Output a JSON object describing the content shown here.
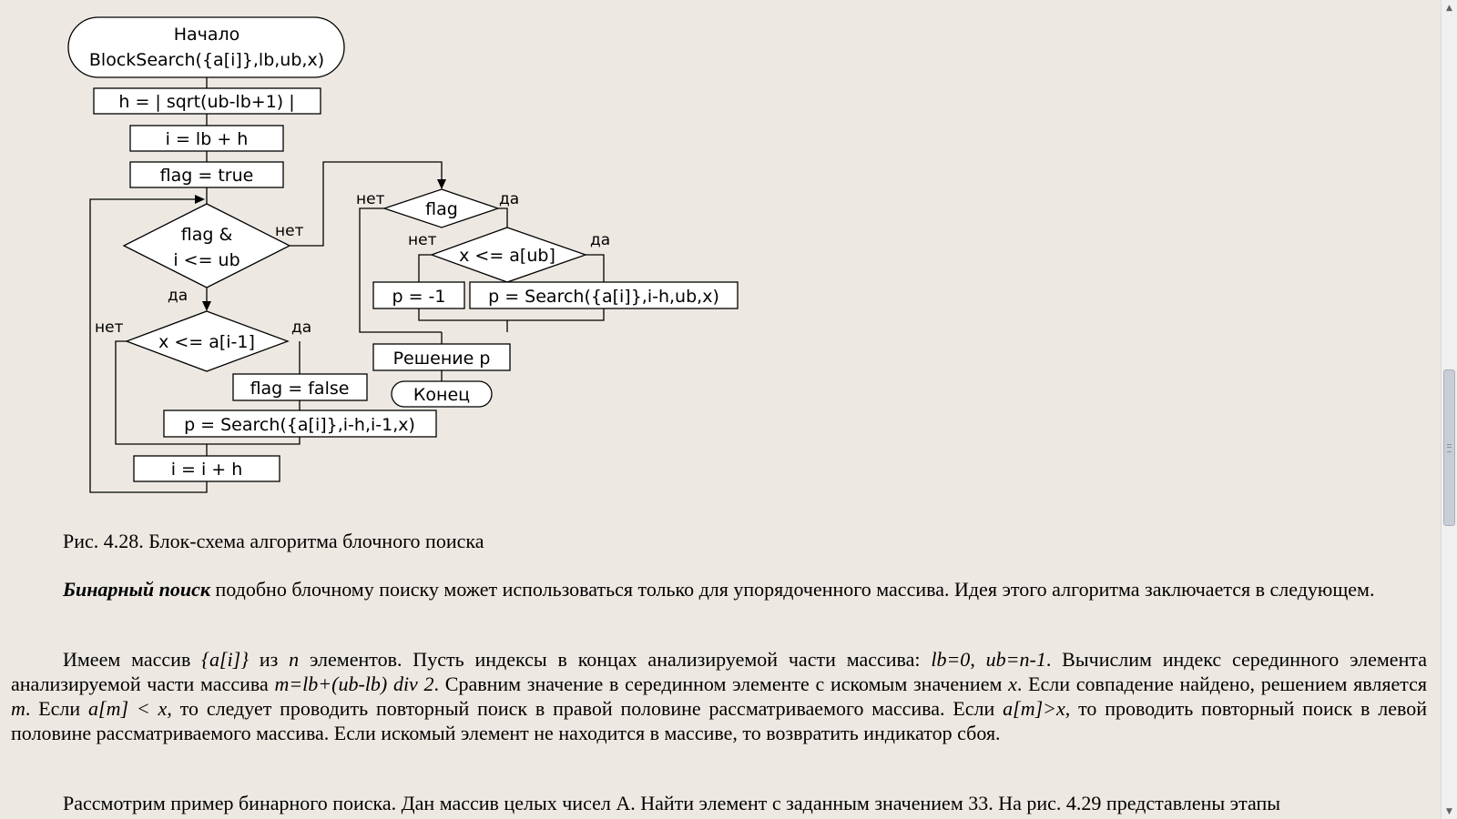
{
  "flowchart": {
    "start": [
      "Начало",
      "BlockSearch({a[i]},lb,ub,x)"
    ],
    "h_assign": "h = | sqrt(ub-lb+1) |",
    "i_assign": "i = lb + h",
    "flag_true": "flag = true",
    "loop_cond": [
      "flag &",
      "i <= ub"
    ],
    "cmp_cond": "x <= a[i-1]",
    "flag_false": "flag = false",
    "search_call_left": "p = Search({a[i]},i-h,i-1,x)",
    "i_increment": "i = i + h",
    "flag_cond": "flag",
    "ub_cond": "x <= a[ub]",
    "p_minus_one": "p = -1",
    "search_call_right": "p = Search({a[i]},i-h,ub,x)",
    "result": "Решение p",
    "end": "Конец",
    "labels": {
      "yes": "да",
      "no": "нет"
    }
  },
  "caption": "Рис. 4.28. Блок-схема алгоритма блочного поиска",
  "para1": {
    "term": "Бинарный поиск",
    "text": " подобно блочному поиску может использоваться только для упорядоченного массива. Идея этого алгоритма заключается в следующем."
  },
  "para2": {
    "t1": "Имеем массив ",
    "v1": "{a[i]}",
    "t2": " из ",
    "v2": "n",
    "t3": " элементов. Пусть индексы в концах анализируемой части массива: ",
    "v3": "lb=0",
    "t4": ", ",
    "v4": "ub=n-1",
    "t5": ". Вычислим индекс серединного элемента анализируемой части массива ",
    "v5": "m=lb+(ub-lb) div 2",
    "t6": ". Сравним значение в серединном элементе с искомым значением ",
    "v6": "x",
    "t7": ". Если совпадение найдено, решением является ",
    "v7": "m",
    "t8": ". Если ",
    "v8": "a[m] < x",
    "t9": ", то следует проводить повторный поиск в правой половине рассматриваемого массива. Если ",
    "v9": "a[m]>x",
    "t10": ", то проводить повторный поиск в левой половине рассматриваемого массива. Если искомый элемент не находится в массиве, то возвратить индикатор сбоя."
  },
  "para3": "Рассмотрим пример бинарного поиска. Дан массив целых чисел А. Найти элемент с заданным значением 33. На рис. 4.29 представлены этапы"
}
